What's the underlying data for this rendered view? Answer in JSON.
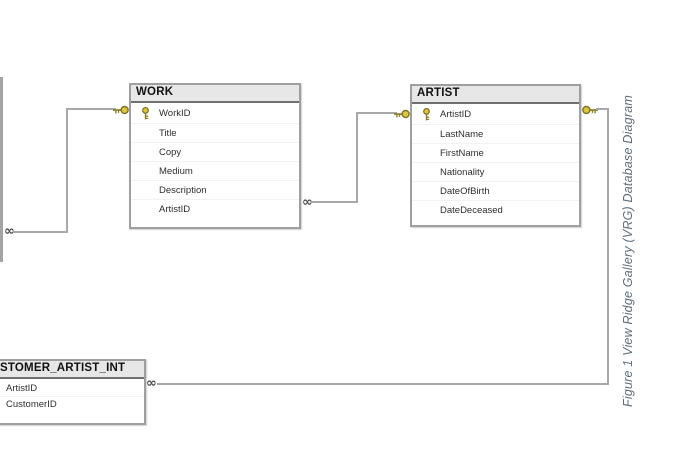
{
  "caption": "Figure 1 View Ridge Gallery (VRG) Database Diagram",
  "connector": {
    "infinity_symbol": "∞"
  },
  "colors": {
    "relationship_line": "#a8a8a8",
    "table_border": "#9f9f9f",
    "table_header_bg": "#e7e7e7",
    "key_gold": "#ddc63e",
    "key_outline": "#7d7526",
    "caption_text": "#5f6d78"
  },
  "tables": {
    "work": {
      "name": "WORK",
      "columns": [
        {
          "name": "WorkID",
          "pk": true
        },
        {
          "name": "Title",
          "pk": false
        },
        {
          "name": "Copy",
          "pk": false
        },
        {
          "name": "Medium",
          "pk": false
        },
        {
          "name": "Description",
          "pk": false
        },
        {
          "name": "ArtistID",
          "pk": false
        }
      ]
    },
    "artist": {
      "name": "ARTIST",
      "columns": [
        {
          "name": "ArtistID",
          "pk": true
        },
        {
          "name": "LastName",
          "pk": false
        },
        {
          "name": "FirstName",
          "pk": false
        },
        {
          "name": "Nationality",
          "pk": false
        },
        {
          "name": "DateOfBirth",
          "pk": false
        },
        {
          "name": "DateDeceased",
          "pk": false
        }
      ]
    },
    "customer_artist_int": {
      "name": "CUSTOMER_ARTIST_INT",
      "columns": [
        {
          "name": "ArtistID",
          "pk": false
        },
        {
          "name": "CustomerID",
          "pk": false
        }
      ]
    }
  }
}
